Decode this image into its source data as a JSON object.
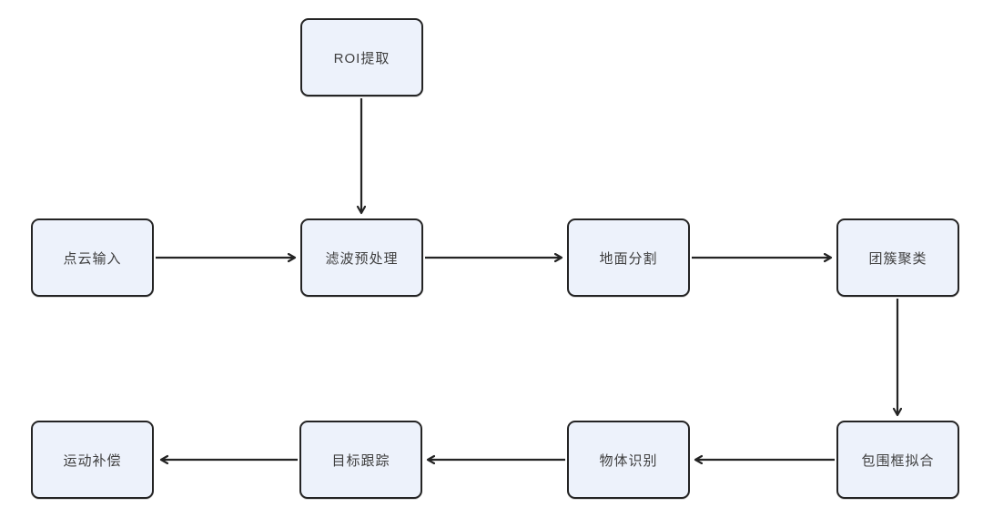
{
  "diagram": {
    "type": "flowchart",
    "background_color": "#ffffff",
    "node_fill_color": "#edf2fb",
    "node_border_color": "#242424",
    "node_text_color": "#3f3f3f",
    "arrow_color": "#242424",
    "nodes": [
      {
        "id": "roi",
        "label": "ROI提取"
      },
      {
        "id": "input",
        "label": "点云输入"
      },
      {
        "id": "filter",
        "label": "滤波预处理"
      },
      {
        "id": "ground",
        "label": "地面分割"
      },
      {
        "id": "cluster",
        "label": "团簇聚类"
      },
      {
        "id": "bbox",
        "label": "包围框拟合"
      },
      {
        "id": "recog",
        "label": "物体识别"
      },
      {
        "id": "track",
        "label": "目标跟踪"
      },
      {
        "id": "motion",
        "label": "运动补偿"
      }
    ],
    "edges": [
      {
        "from": "roi",
        "to": "filter",
        "direction": "down"
      },
      {
        "from": "input",
        "to": "filter",
        "direction": "right"
      },
      {
        "from": "filter",
        "to": "ground",
        "direction": "right"
      },
      {
        "from": "ground",
        "to": "cluster",
        "direction": "right"
      },
      {
        "from": "cluster",
        "to": "bbox",
        "direction": "down"
      },
      {
        "from": "bbox",
        "to": "recog",
        "direction": "left"
      },
      {
        "from": "recog",
        "to": "track",
        "direction": "left"
      },
      {
        "from": "track",
        "to": "motion",
        "direction": "left"
      }
    ]
  }
}
